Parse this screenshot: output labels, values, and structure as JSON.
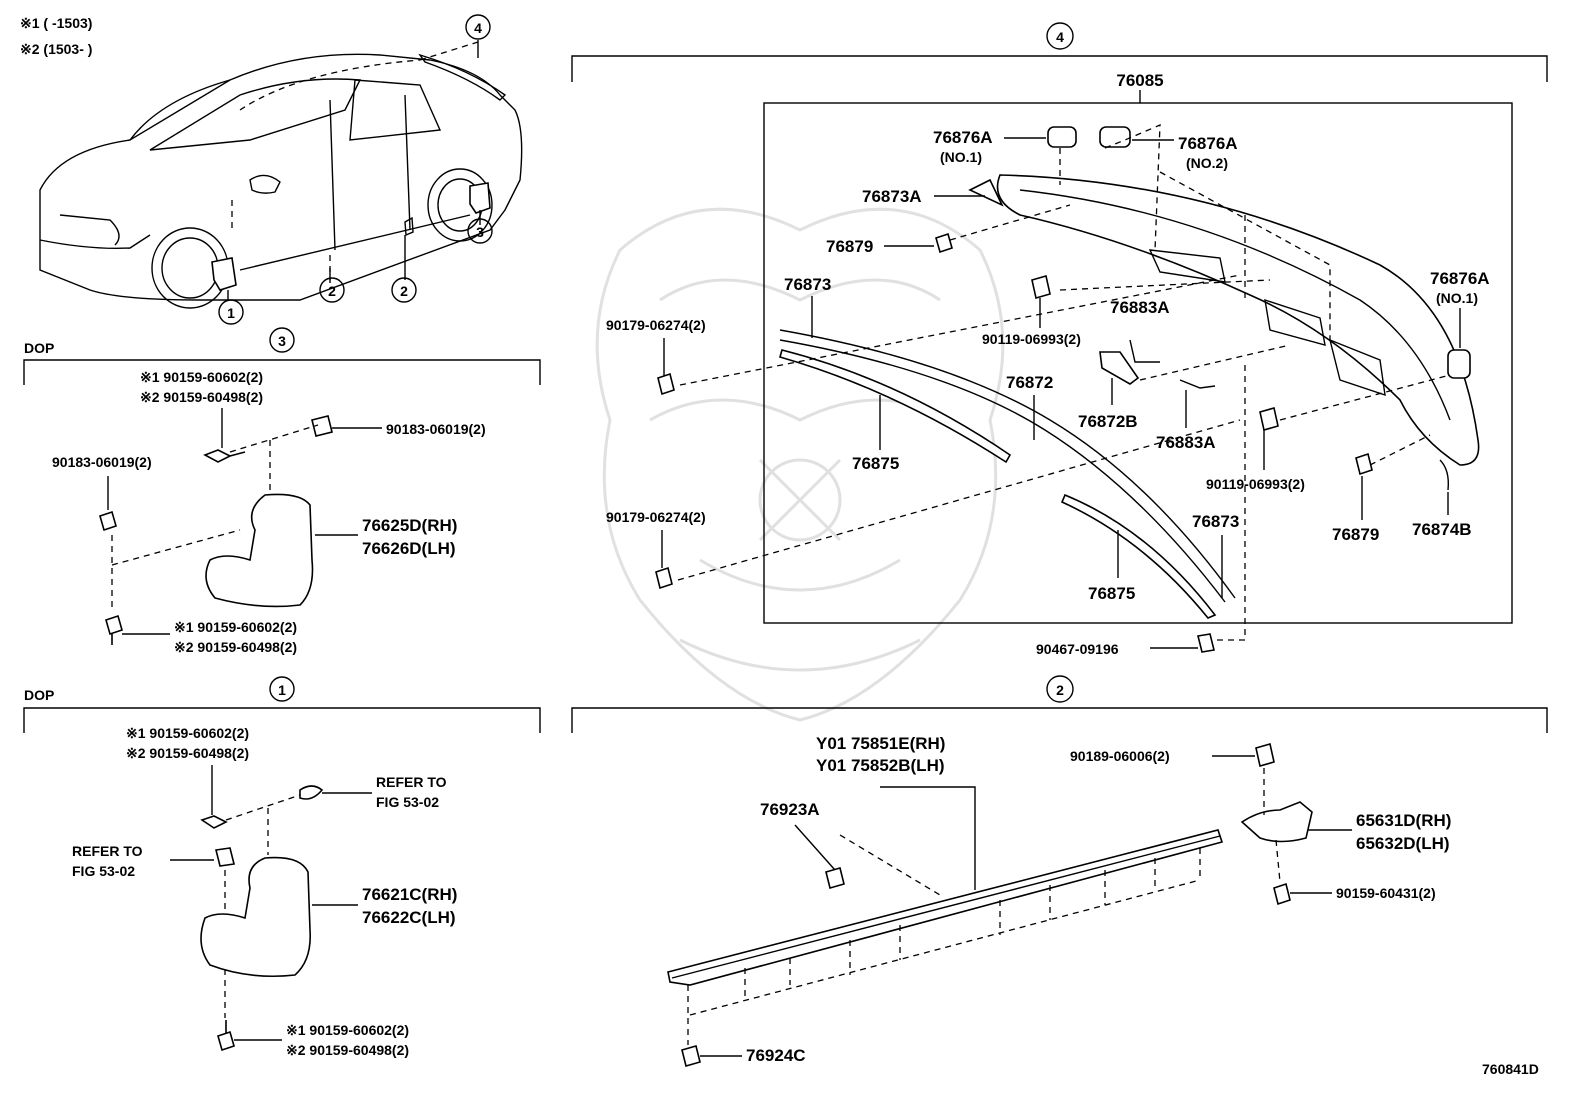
{
  "notes": {
    "note1": "※1 (      -1503)",
    "note2": "※2 (1503-      )"
  },
  "markers": {
    "m1": "1",
    "m2": "2",
    "m3": "3",
    "m4": "4"
  },
  "sections": {
    "dop": "DOP"
  },
  "s3": {
    "bolt_top_1": "※1 90159-60602(2)",
    "bolt_top_2": "※2 90159-60498(2)",
    "nut_right": "90183-06019(2)",
    "nut_left": "90183-06019(2)",
    "flap_rh": "76625D(RH)",
    "flap_lh": "76626D(LH)",
    "bolt_bot_1": "※1 90159-60602(2)",
    "bolt_bot_2": "※2 90159-60498(2)"
  },
  "s1": {
    "bolt_top_1": "※1 90159-60602(2)",
    "bolt_top_2": "※2 90159-60498(2)",
    "refer_r1": "REFER TO",
    "refer_r2": "FIG 53-02",
    "refer_l1": "REFER TO",
    "refer_l2": "FIG 53-02",
    "flap_rh": "76621C(RH)",
    "flap_lh": "76622C(LH)",
    "bolt_bot_1": "※1 90159-60602(2)",
    "bolt_bot_2": "※2 90159-60498(2)"
  },
  "s4": {
    "assy": "76085",
    "p76876a_1": "76876A",
    "p76876a_1n": "(NO.1)",
    "p76876a_2": "76876A",
    "p76876a_2n": "(NO.2)",
    "p76873a": "76873A",
    "p76879_a": "76879",
    "p76873_a": "76873",
    "p90179_a": "90179-06274(2)",
    "p90119_a": "90119-06993(2)",
    "p76883a_a": "76883A",
    "p76876a_3": "76876A",
    "p76876a_3n": "(NO.1)",
    "p76872": "76872",
    "p76872b": "76872B",
    "p76883a_b": "76883A",
    "p76875_a": "76875",
    "p90119_b": "90119-06993(2)",
    "p90179_b": "90179-06274(2)",
    "p76873_b": "76873",
    "p76879_b": "76879",
    "p76874b": "76874B",
    "p76875_b": "76875",
    "p90467": "90467-09196"
  },
  "s2": {
    "mold_rh": "Y01 75851E(RH)",
    "mold_lh": "Y01 75852B(LH)",
    "clip": "76923A",
    "clip_bottom": "76924C",
    "screw_top": "90189-06006(2)",
    "guard_rh": "65631D(RH)",
    "guard_lh": "65632D(LH)",
    "screw_bottom": "90159-60431(2)"
  },
  "figure_id": "760841D"
}
